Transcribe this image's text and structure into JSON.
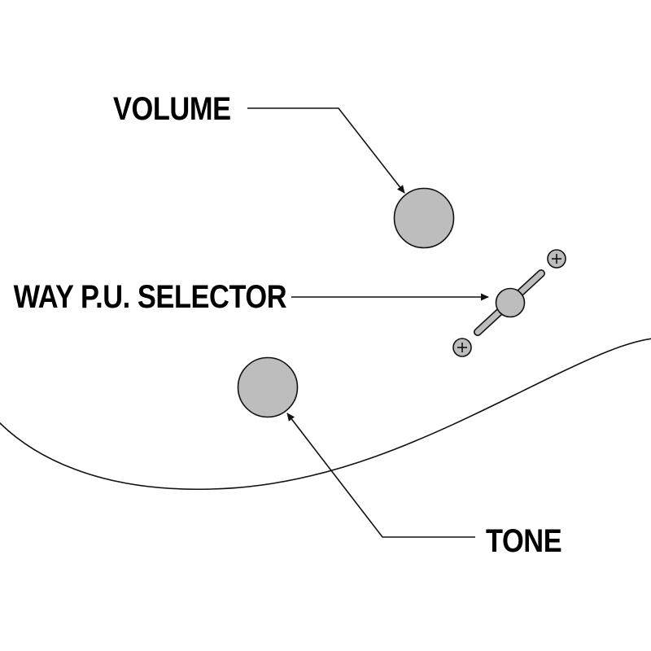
{
  "labels": {
    "volume": "VOLUME",
    "selector": "WAY P.U. SELECTOR",
    "tone": "TONE"
  },
  "colors": {
    "knob_fill": "#bdbdbd",
    "outline": "#111111",
    "text": "#000000",
    "background": "#ffffff"
  },
  "icons": {
    "screw": "screw-icon",
    "knob": "knob-icon",
    "arrow": "arrow-icon"
  }
}
